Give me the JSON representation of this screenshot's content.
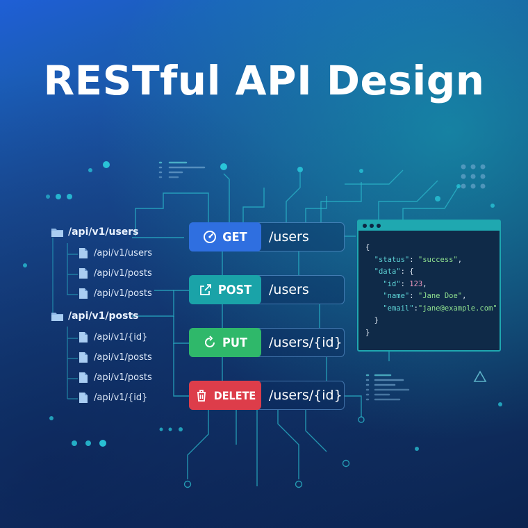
{
  "title": "RESTful API Design",
  "colors": {
    "get": "#2f6fe0",
    "post": "#1aa3a8",
    "put": "#2fb86a",
    "delete": "#dd3d4a",
    "circuit": "#2bb7c9",
    "window_accent": "#1fa8b0"
  },
  "tree": {
    "folders": [
      {
        "label": "/api/v1/users",
        "files": [
          "/api/v1/users",
          "/api/v1/posts",
          "/api/v1/posts"
        ]
      },
      {
        "label": "/api/v1/posts",
        "files": [
          "/api/v1/{id}",
          "/api/v1/posts",
          "/api/v1/posts",
          "/api/v1/{id}"
        ]
      }
    ]
  },
  "endpoints": [
    {
      "method": "GET",
      "path": "/users",
      "icon": "gauge-icon"
    },
    {
      "method": "POST",
      "path": "/users",
      "icon": "share-icon"
    },
    {
      "method": "PUT",
      "path": "/users/{id}",
      "icon": "refresh-icon"
    },
    {
      "method": "DELETE",
      "path": "/users/{id}",
      "icon": "trash-icon"
    }
  ],
  "response": {
    "status_key": "\"status\"",
    "status_val": "\"success\"",
    "data_key": "\"data\"",
    "id_key": "\"id\"",
    "id_val": "123",
    "name_key": "\"name\"",
    "name_val": "\"Jane Doe\"",
    "email_key": "\"email\"",
    "email_val": "\"jane@example.com\""
  }
}
